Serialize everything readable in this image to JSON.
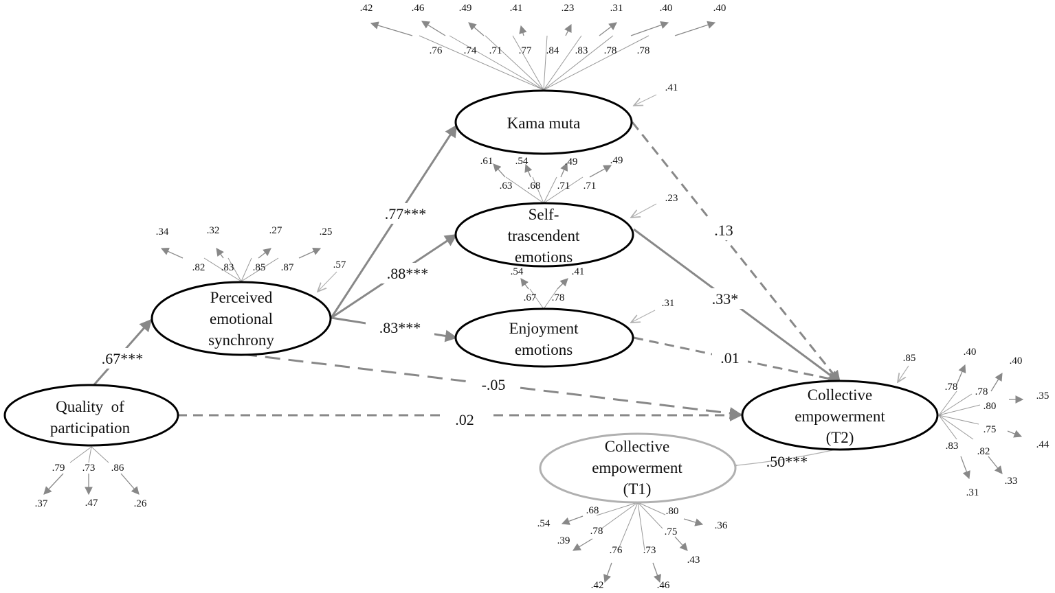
{
  "nodes": {
    "kama_muta": {
      "lines": [
        "Kama muta"
      ]
    },
    "self_transcendent": {
      "lines": [
        "Self-",
        "trascendent",
        "emotions"
      ]
    },
    "enjoyment": {
      "lines": [
        "Enjoyment",
        "emotions"
      ]
    },
    "perceived_synchrony": {
      "lines": [
        "Perceived",
        "emotional",
        "synchrony"
      ]
    },
    "quality_participation": {
      "lines": [
        "Quality  of",
        "participation"
      ]
    },
    "empowerment_t2": {
      "lines": [
        "Collective",
        "empowerment",
        "(T2)"
      ]
    },
    "empowerment_t1": {
      "lines": [
        "Collective",
        "empowerment",
        "(T1)"
      ]
    }
  },
  "paths": {
    "quality_to_perceived": ".67***",
    "perceived_to_kama": ".77***",
    "perceived_to_self": ".88***",
    "perceived_to_enjoy": ".83***",
    "kama_to_emp2": ".13",
    "self_to_emp2": ".33*",
    "enjoy_to_emp2": ".01",
    "perceived_to_emp2": "-.05",
    "quality_to_emp2": ".02",
    "emp1_to_emp2": ".50***"
  },
  "residuals": {
    "kama_muta": ".41",
    "self_transcendent": ".23",
    "enjoyment": ".31",
    "perceived_synchrony": ".57",
    "empowerment_t2": ".85"
  },
  "indicators": {
    "kama_muta": {
      "loadings": [
        ".76",
        ".74",
        ".71",
        ".77",
        ".84",
        ".83",
        ".78",
        ".78"
      ],
      "errors": [
        ".42",
        ".46",
        ".49",
        ".41",
        ".23",
        ".31",
        ".40",
        ".40"
      ]
    },
    "self_transcendent": {
      "loadings": [
        ".63",
        ".68",
        ".71",
        ".71"
      ],
      "errors": [
        ".61",
        ".54",
        ".49",
        ".49"
      ]
    },
    "enjoyment": {
      "loadings": [
        ".67",
        ".78"
      ],
      "errors": [
        ".54",
        ".41"
      ]
    },
    "perceived_synchrony": {
      "loadings": [
        ".82",
        ".83",
        ".85",
        ".87"
      ],
      "errors": [
        ".34",
        ".32",
        ".27",
        ".25"
      ]
    },
    "quality_participation": {
      "loadings": [
        ".79",
        ".73",
        ".86"
      ],
      "errors": [
        ".37",
        ".47",
        ".26"
      ]
    },
    "empowerment_t2": {
      "loadings": [
        ".78",
        ".78",
        ".80",
        ".75",
        ".82",
        ".83"
      ],
      "errors": [
        ".40",
        ".40",
        ".35",
        ".44",
        ".33",
        ".31"
      ]
    },
    "empowerment_t1": {
      "loadings": [
        ".68",
        ".78",
        ".76",
        ".73",
        ".75",
        ".80"
      ],
      "errors": [
        ".54",
        ".39",
        ".42",
        ".46",
        ".43",
        ".36"
      ]
    }
  },
  "colors": {
    "path": "#888888",
    "outline": "#000000",
    "t1_outline": "#b0b0b0",
    "thin": "#999999"
  }
}
